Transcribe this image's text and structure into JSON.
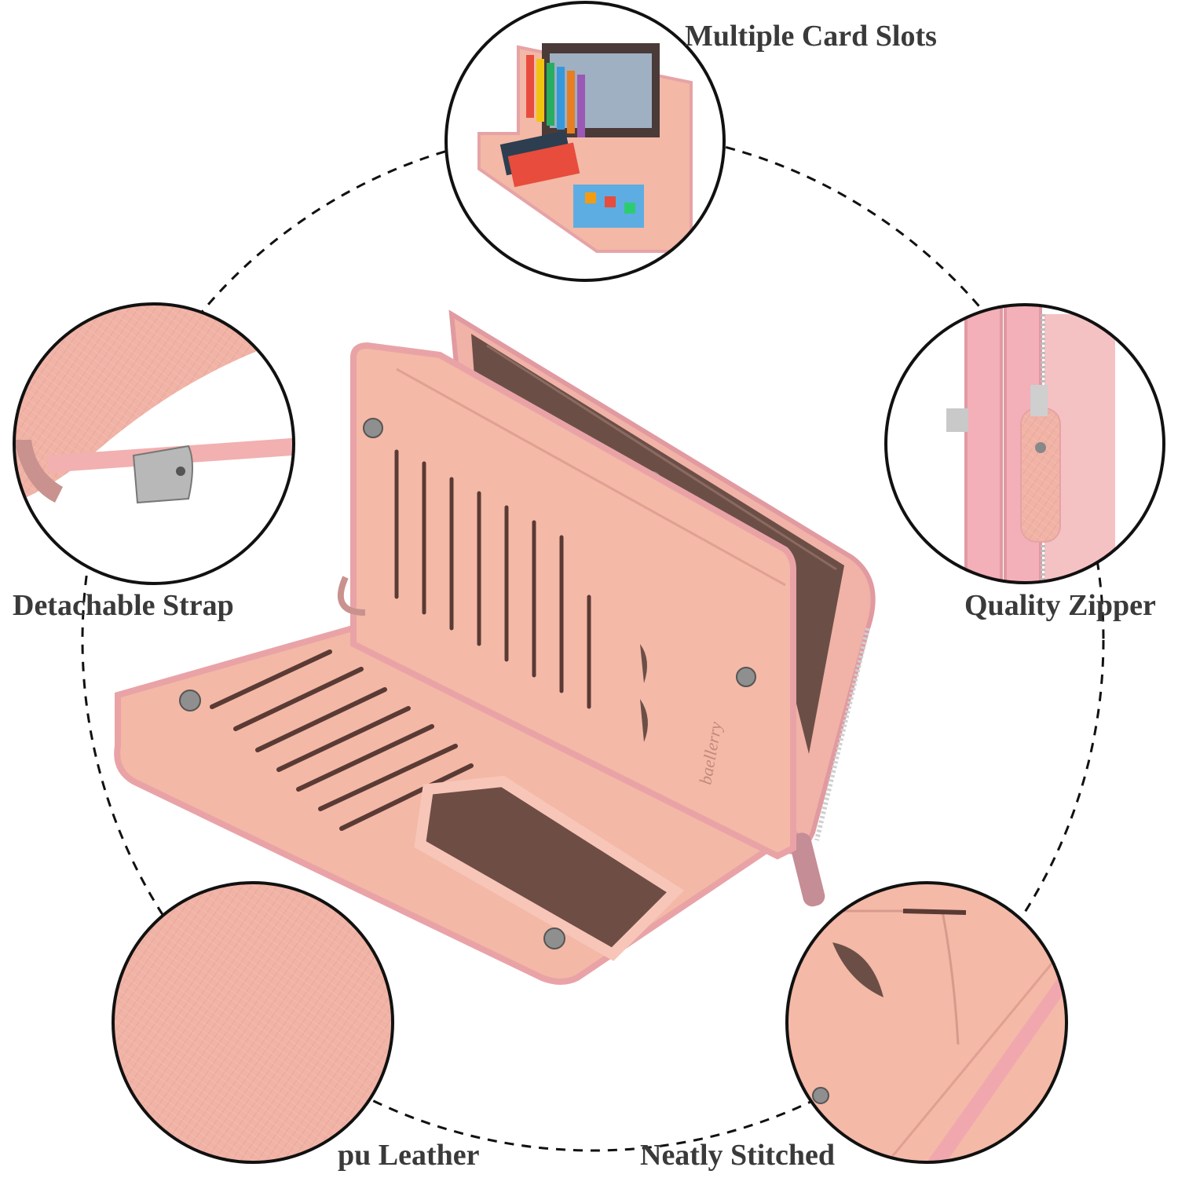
{
  "labels": {
    "multiple_card_slots": "Multiple Card Slots",
    "detachable_strap": "Detachable Strap",
    "quality_zipper": "Quality Zipper",
    "pu_leather": "pu Leather",
    "neatly_stitched": "Neatly Stitched"
  },
  "brand_mark": "baellerry",
  "colors": {
    "wallet_pink": "#f3b8a6",
    "wallet_edge": "#e9a3a6",
    "lining_brown": "#6b4f47",
    "text": "#3a3a3a",
    "outline": "#111111"
  }
}
